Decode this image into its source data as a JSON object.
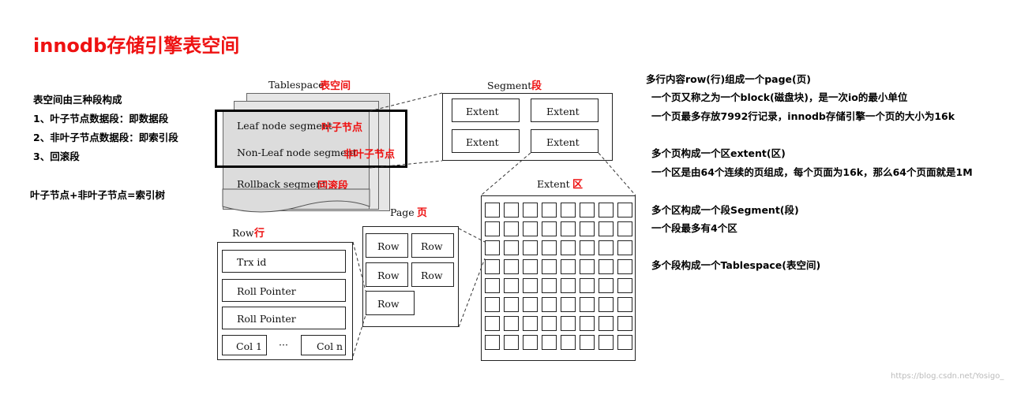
{
  "title": "innodb存储引擎表空间",
  "left_notes": {
    "heading": "表空间由三种段构成",
    "items": [
      "1、叶子节点数据段：即数据段",
      "2、非叶子节点数据段：即索引段",
      "3、回滚段"
    ],
    "formula": "叶子节点+非叶子节点=索引树"
  },
  "tablespace": {
    "label": "Tablespace",
    "label_cn": "表空间",
    "segments": [
      {
        "label": "Leaf node segment",
        "label_cn": "叶子节点"
      },
      {
        "label": "Non-Leaf node segment",
        "label_cn": "非叶子节点"
      },
      {
        "label": "Rollback segment",
        "label_cn": "回滚段"
      }
    ]
  },
  "segment": {
    "label": "Segment",
    "label_cn": "段",
    "extents": [
      "Extent",
      "Extent",
      "Extent",
      "Extent"
    ]
  },
  "extent": {
    "label": "Extent",
    "label_cn": "区",
    "grid_rows": 8,
    "grid_cols": 8
  },
  "page": {
    "label": "Page",
    "label_cn": "页",
    "rows": [
      "Row",
      "Row",
      "Row",
      "Row",
      "Row"
    ]
  },
  "row": {
    "label": "Row",
    "label_cn": "行",
    "fields": [
      "Trx id",
      "Roll Pointer",
      "Roll Pointer"
    ],
    "col_first": "Col 1",
    "col_ellipsis": "···",
    "col_last": "Col n"
  },
  "right_notes": [
    {
      "text": "多行内容row(行)组成一个page(页)",
      "indent": false
    },
    {
      "text": "一个页又称之为一个block(磁盘块)，是一次io的最小单位",
      "indent": true
    },
    {
      "text": "一个页最多存放7992行记录，innodb存储引擎一个页的大小为16k",
      "indent": true
    },
    {
      "text": "多个页构成一个区extent(区)",
      "indent": false
    },
    {
      "text": "一个区是由64个连续的页组成，每个页面为16k，那么64个页面就是1M",
      "indent": true
    },
    {
      "text": "多个区构成一个段Segment(段)",
      "indent": false
    },
    {
      "text": "一个段最多有4个区",
      "indent": true
    },
    {
      "text": "多个段构成一个Tablespace(表空间)",
      "indent": false
    }
  ],
  "watermark": "https://blog.csdn.net/Yosigo_"
}
